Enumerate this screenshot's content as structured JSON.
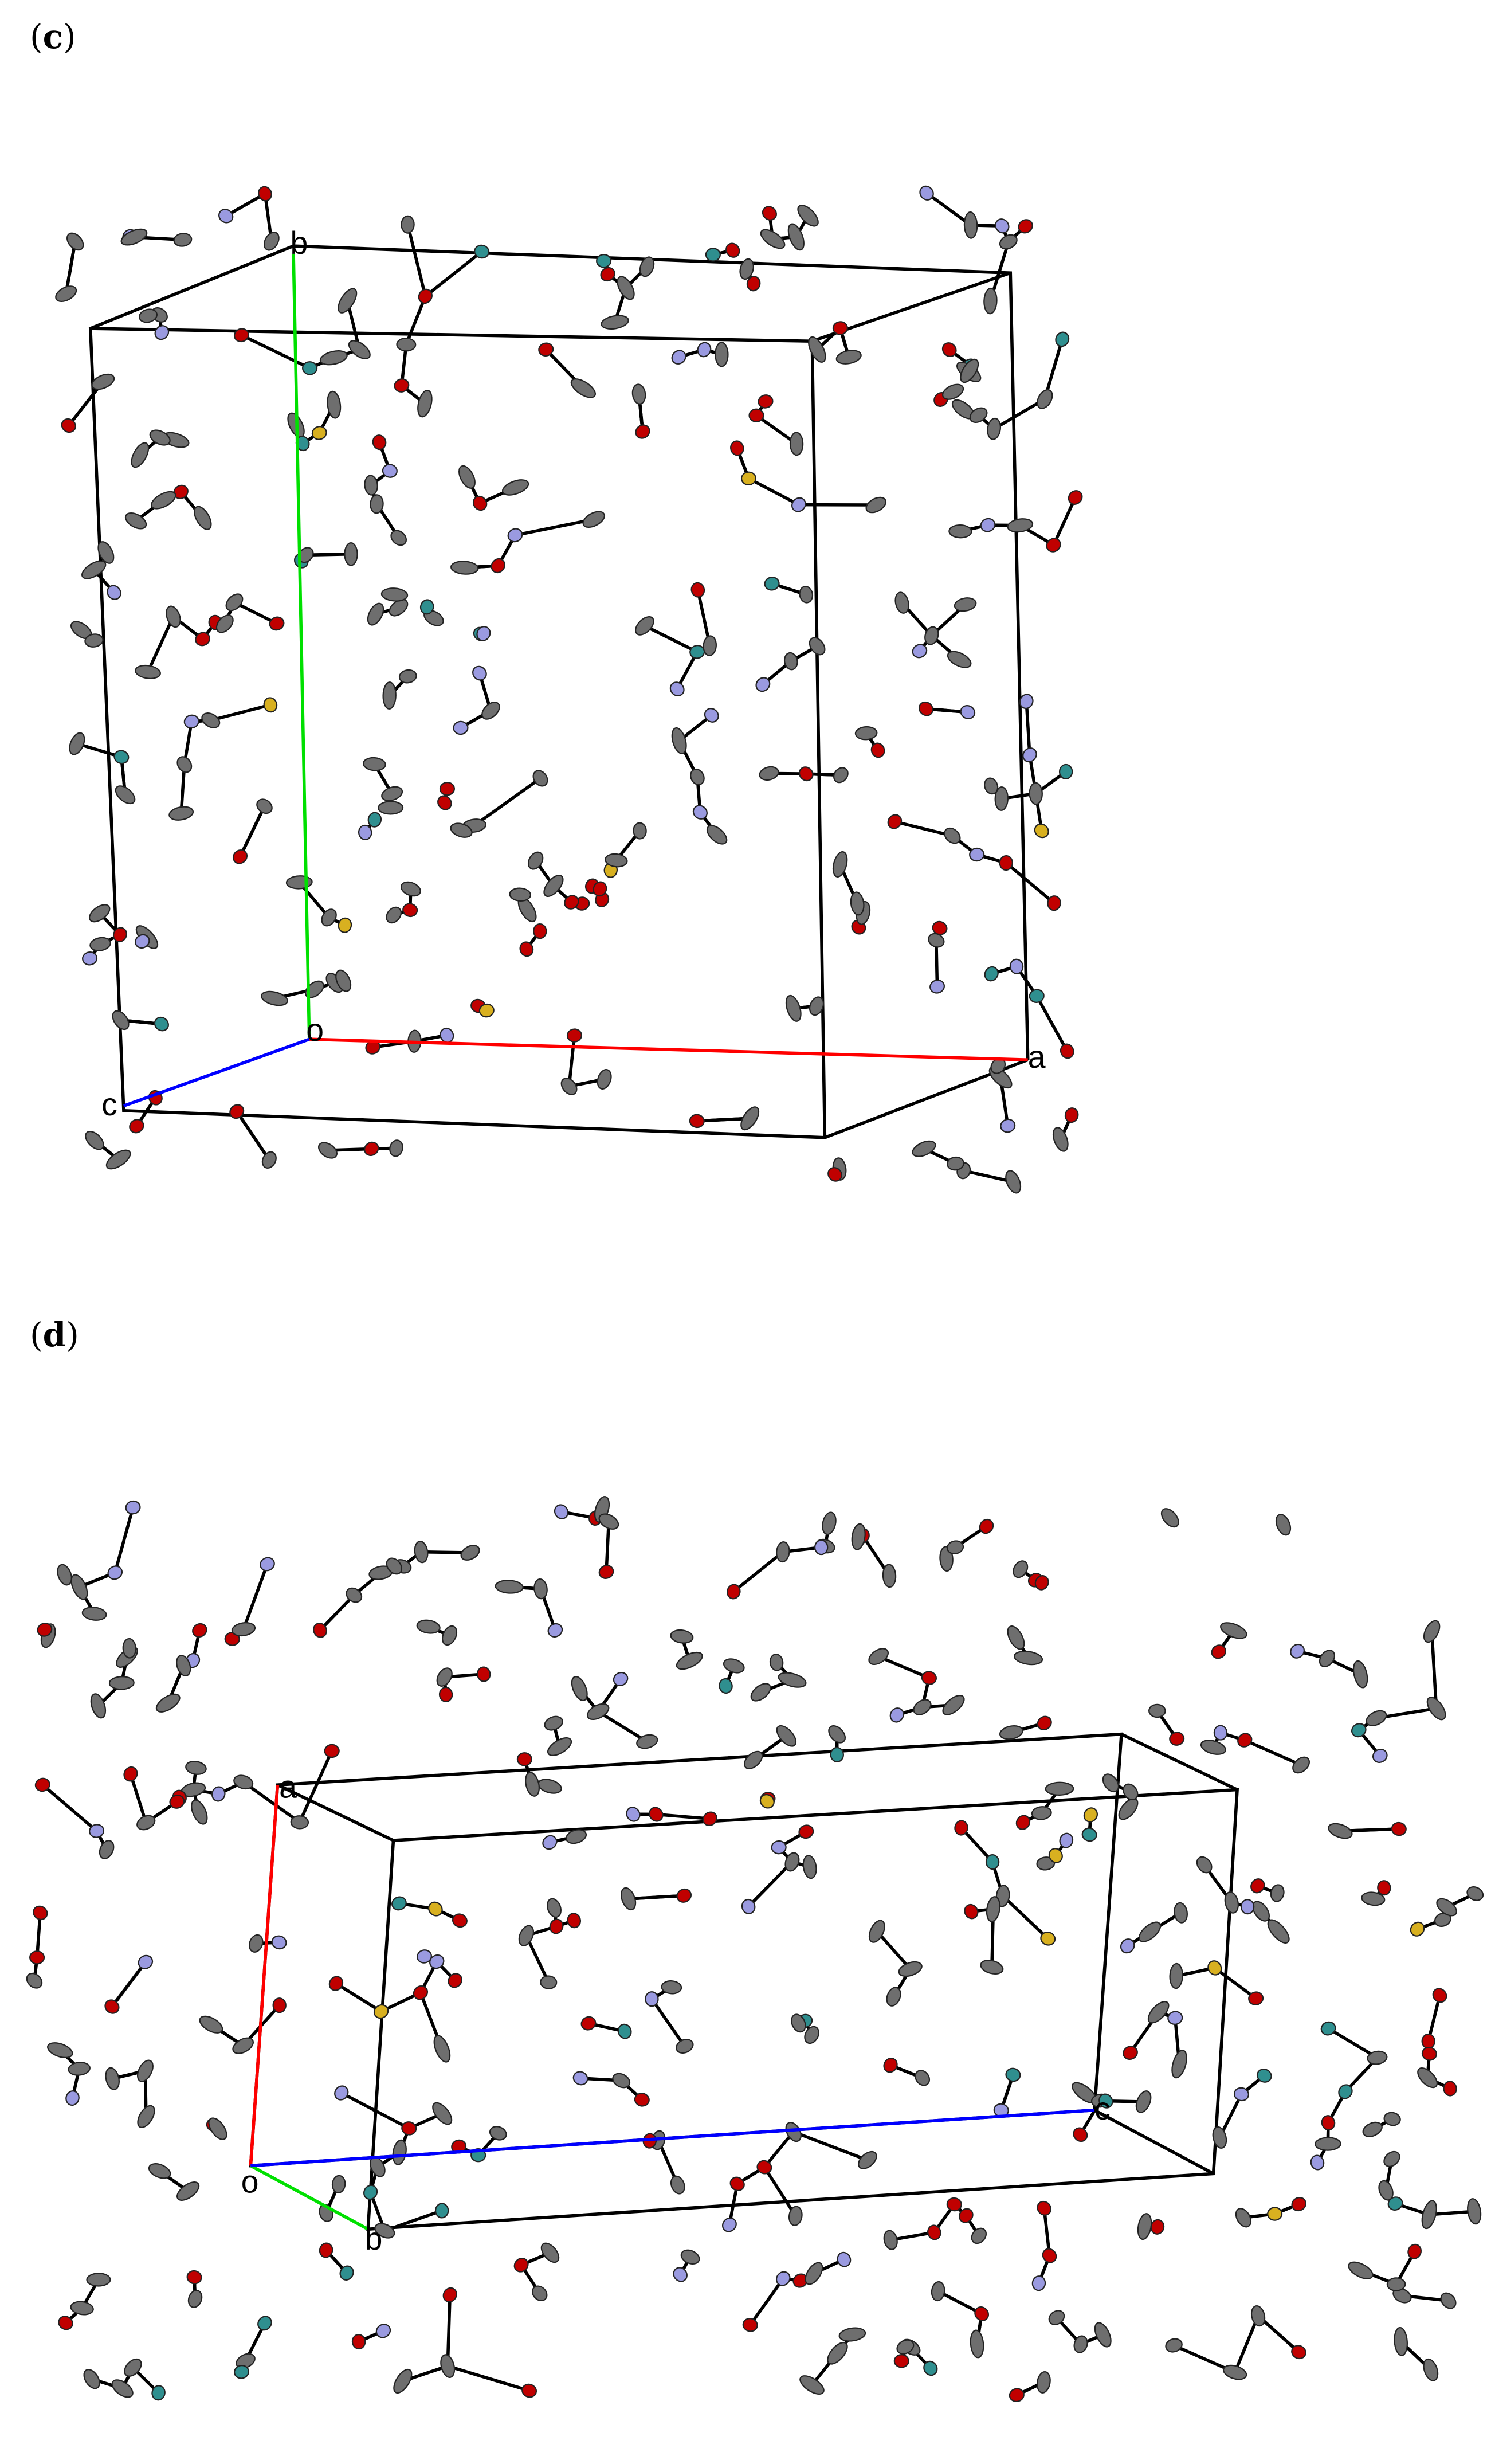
{
  "panels": [
    {
      "label_open": "(",
      "label_letter": "c",
      "label_close": ")",
      "axis_labels": {
        "origin": "o",
        "a": "a",
        "b": "b",
        "c": "c"
      }
    },
    {
      "label_open": "(",
      "label_letter": "d",
      "label_close": ")",
      "axis_labels": {
        "origin": "o",
        "a": "a",
        "b": "b",
        "c": "c"
      }
    }
  ],
  "colors": {
    "axis_a": "#ff0000",
    "axis_b": "#00e000",
    "axis_c": "#0000ff",
    "carbon": "#6e6e6e",
    "oxygen": "#c00000",
    "nitrogen": "#9a9ae0",
    "metal": "#2f8f8f",
    "sulfur_or_central": "#d8b020",
    "cell_edge": "#000000"
  }
}
